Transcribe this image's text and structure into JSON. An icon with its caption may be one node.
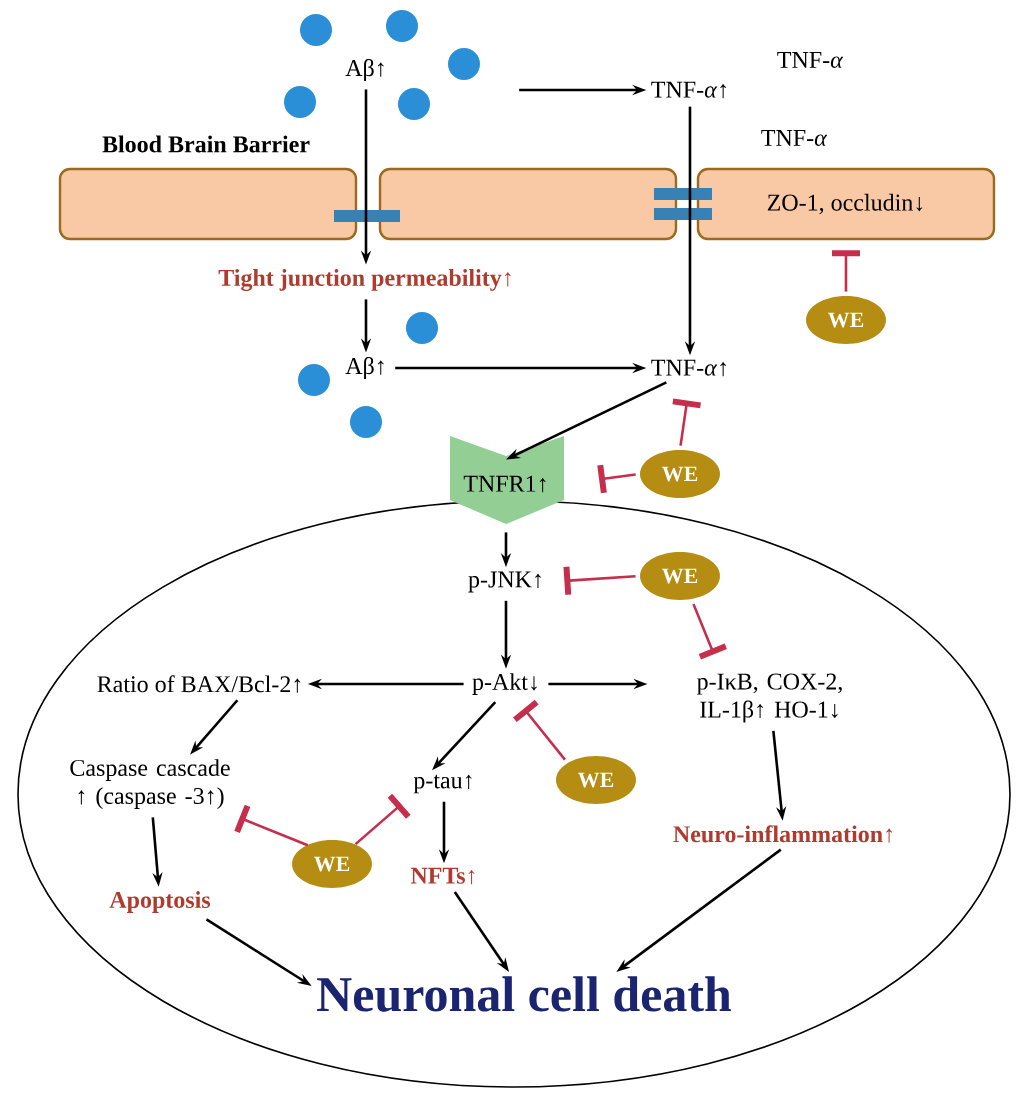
{
  "diagram": {
    "nodes": [
      {
        "text": [
          "Aβ↑"
        ]
      },
      {
        "text": [
          "TNF-*α*↑"
        ]
      },
      {
        "text": [],
        "shape": "box"
      },
      {
        "text": [],
        "shape": "box"
      },
      {
        "text": [
          "ZO-1, occludin↓"
        ]
      },
      {
        "text": [
          "Tight junction permeability↑"
        ]
      },
      {
        "text": [
          "WE"
        ]
      },
      {
        "text": [
          "Aβ↑"
        ]
      },
      {
        "text": [
          "TNF-*α*↑"
        ]
      },
      {
        "text": [
          "TNFR1↑"
        ]
      },
      {
        "text": [
          "WE"
        ]
      },
      {
        "text": [],
        "shape": "ellipse"
      },
      {
        "text": [
          "p-JNK↑"
        ],
        "in": 11
      },
      {
        "text": [
          "WE"
        ],
        "in": 11
      },
      {
        "text": [
          "Ratio of BAX/Bcl-2↑"
        ],
        "in": 11
      },
      {
        "text": [
          "p-Akt↓"
        ],
        "in": 11
      },
      {
        "text": [
          "p-IκB, COX-2, IL-1β↑ HO-1↓"
        ],
        "in": 11
      },
      {
        "text": [
          "Caspase cascade ↑ (caspase -3↑)"
        ],
        "in": 11
      },
      {
        "text": [
          "p-tau↑"
        ],
        "in": 11
      },
      {
        "text": [
          "WE"
        ],
        "in": 11
      },
      {
        "text": [
          "WE"
        ],
        "in": 11
      },
      {
        "text": [
          "Apoptosis"
        ],
        "in": 11
      },
      {
        "text": [
          "NFTs↑"
        ],
        "in": 11
      },
      {
        "text": [
          "Neuro-inflammation↑"
        ],
        "in": 11
      },
      {
        "text": [
          "Neuronal cell death"
        ],
        "in": 11
      }
    ],
    "edges": [
      {
        "from": 0,
        "to": 1,
        "arrow": "to"
      },
      {
        "from": 0,
        "to": 5,
        "arrow": "to"
      },
      {
        "from": 5,
        "to": 7,
        "arrow": "to"
      },
      {
        "from": 1,
        "to": 8,
        "arrow": "to"
      },
      {
        "from": 7,
        "to": 8,
        "arrow": "to"
      },
      {
        "from": 6,
        "to": 4,
        "arrow": "other",
        "color": "#a5392b"
      },
      {
        "from": 8,
        "to": 9,
        "arrow": "to"
      },
      {
        "from": 10,
        "to": 8,
        "arrow": "other",
        "color": "#a5392b"
      },
      {
        "from": 10,
        "to": 9,
        "arrow": "other",
        "color": "#a5392b"
      },
      {
        "from": 9,
        "to": 12,
        "arrow": "to"
      },
      {
        "from": 13,
        "to": 12,
        "arrow": "other",
        "color": "#a5392b"
      },
      {
        "from": 13,
        "to": 16,
        "arrow": "other",
        "color": "#a5392b"
      },
      {
        "from": 12,
        "to": 15,
        "arrow": "to"
      },
      {
        "from": 15,
        "to": 14,
        "arrow": "to"
      },
      {
        "from": 15,
        "to": 16,
        "arrow": "to"
      },
      {
        "from": 14,
        "to": 17,
        "arrow": "to"
      },
      {
        "from": 15,
        "to": 18,
        "arrow": "to"
      },
      {
        "from": 19,
        "to": 15,
        "arrow": "other",
        "color": "#a5392b"
      },
      {
        "from": 20,
        "to": 17,
        "arrow": "other",
        "color": "#a5392b"
      },
      {
        "from": 20,
        "to": 18,
        "arrow": "other",
        "color": "#a5392b"
      },
      {
        "from": 17,
        "to": 21,
        "arrow": "to"
      },
      {
        "from": 18,
        "to": 22,
        "arrow": "to"
      },
      {
        "from": 16,
        "to": 23,
        "arrow": "to"
      },
      {
        "from": 21,
        "to": 24,
        "arrow": "to"
      },
      {
        "from": 22,
        "to": 24,
        "arrow": "to"
      },
      {
        "from": 23,
        "to": 24,
        "arrow": "to"
      }
    ],
    "labels": [
      "TNF-*α*",
      "TNF-*α*",
      "Blood Brain Barrier"
    ]
  }
}
